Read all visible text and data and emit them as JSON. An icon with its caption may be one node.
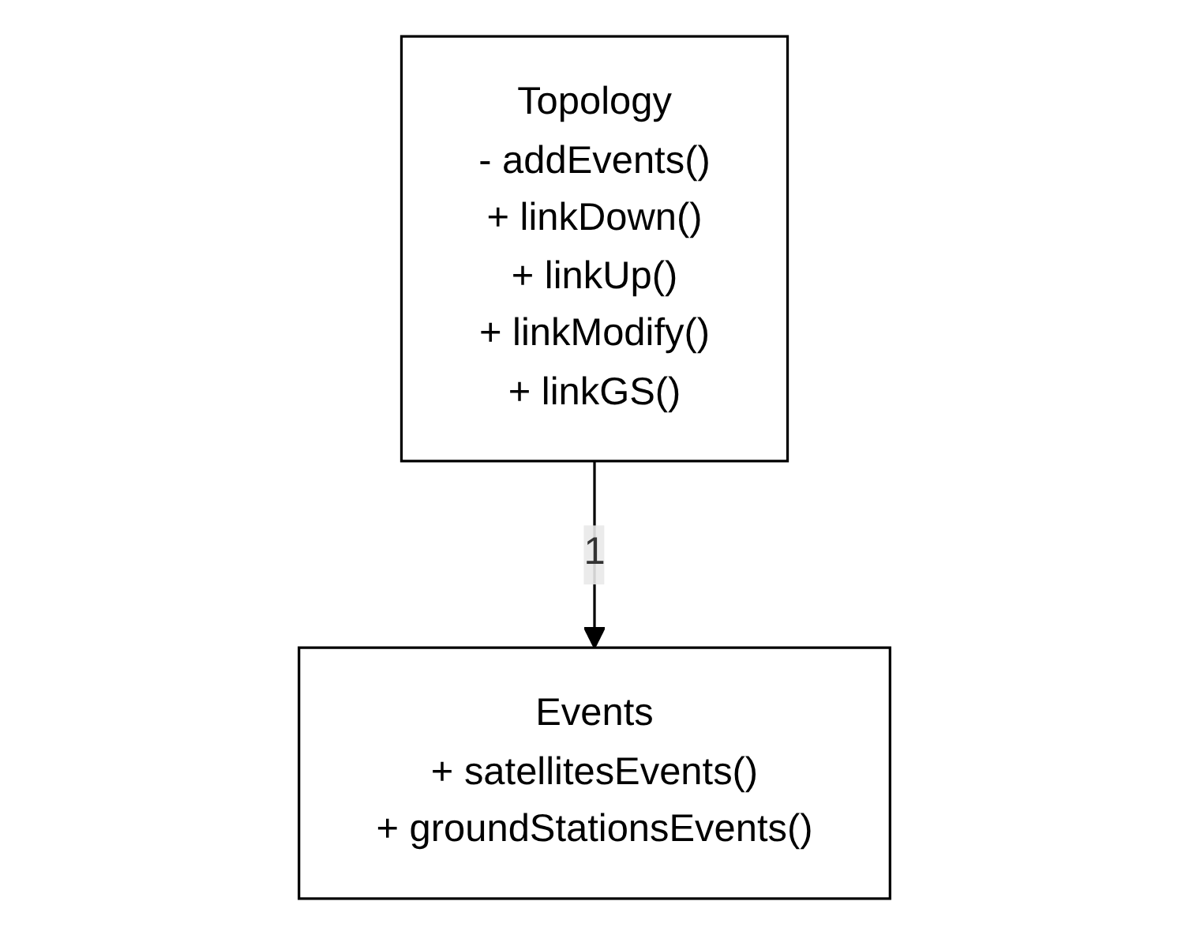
{
  "diagram": {
    "nodes": [
      {
        "text": [
          "Topology",
          "- addEvents()",
          "+ linkDown()",
          "+ linkUp()",
          "+ linkModify()",
          "+ linkGS()"
        ]
      },
      {
        "text": [
          "Events",
          "+ satellitesEvents()",
          "+ groundStationsEvents()"
        ]
      }
    ],
    "edges": [
      {
        "from": 0,
        "to": 1,
        "arrow": "to",
        "label": "1"
      }
    ]
  }
}
